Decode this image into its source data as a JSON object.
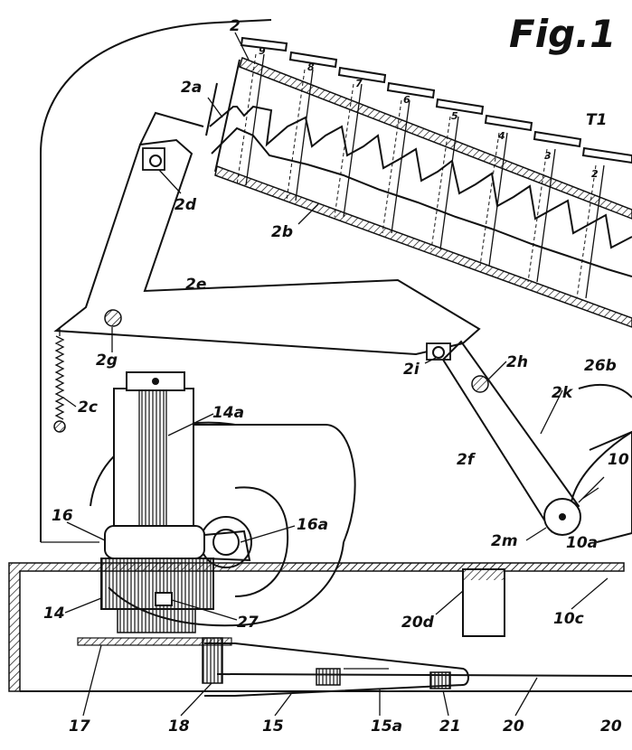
{
  "figure": {
    "title": "Fig.1",
    "colors": {
      "ink": "#111111",
      "paper": "#ffffff"
    },
    "key_numbers": [
      "9",
      "8",
      "7",
      "6",
      "5",
      "4",
      "3",
      "2"
    ],
    "labels": {
      "l2": "2",
      "l2a": "2a",
      "T1": "T1",
      "l2d": "2d",
      "l2b": "2b",
      "l2e": "2e",
      "l2g": "2g",
      "l2i": "2i",
      "l2h": "2h",
      "l26b": "26b",
      "l2k": "2k",
      "l2c": "2c",
      "l14a": "14a",
      "l2f": "2f",
      "l10": "10",
      "l16": "16",
      "l16a": "16a",
      "l2m": "2m",
      "l10a": "10a",
      "l14": "14",
      "l27": "27",
      "l20d": "20d",
      "l10c": "10c",
      "l17": "17",
      "l18": "18",
      "l15": "15",
      "l15a": "15a",
      "l21": "21",
      "l20": "20",
      "l20e": "20"
    }
  }
}
